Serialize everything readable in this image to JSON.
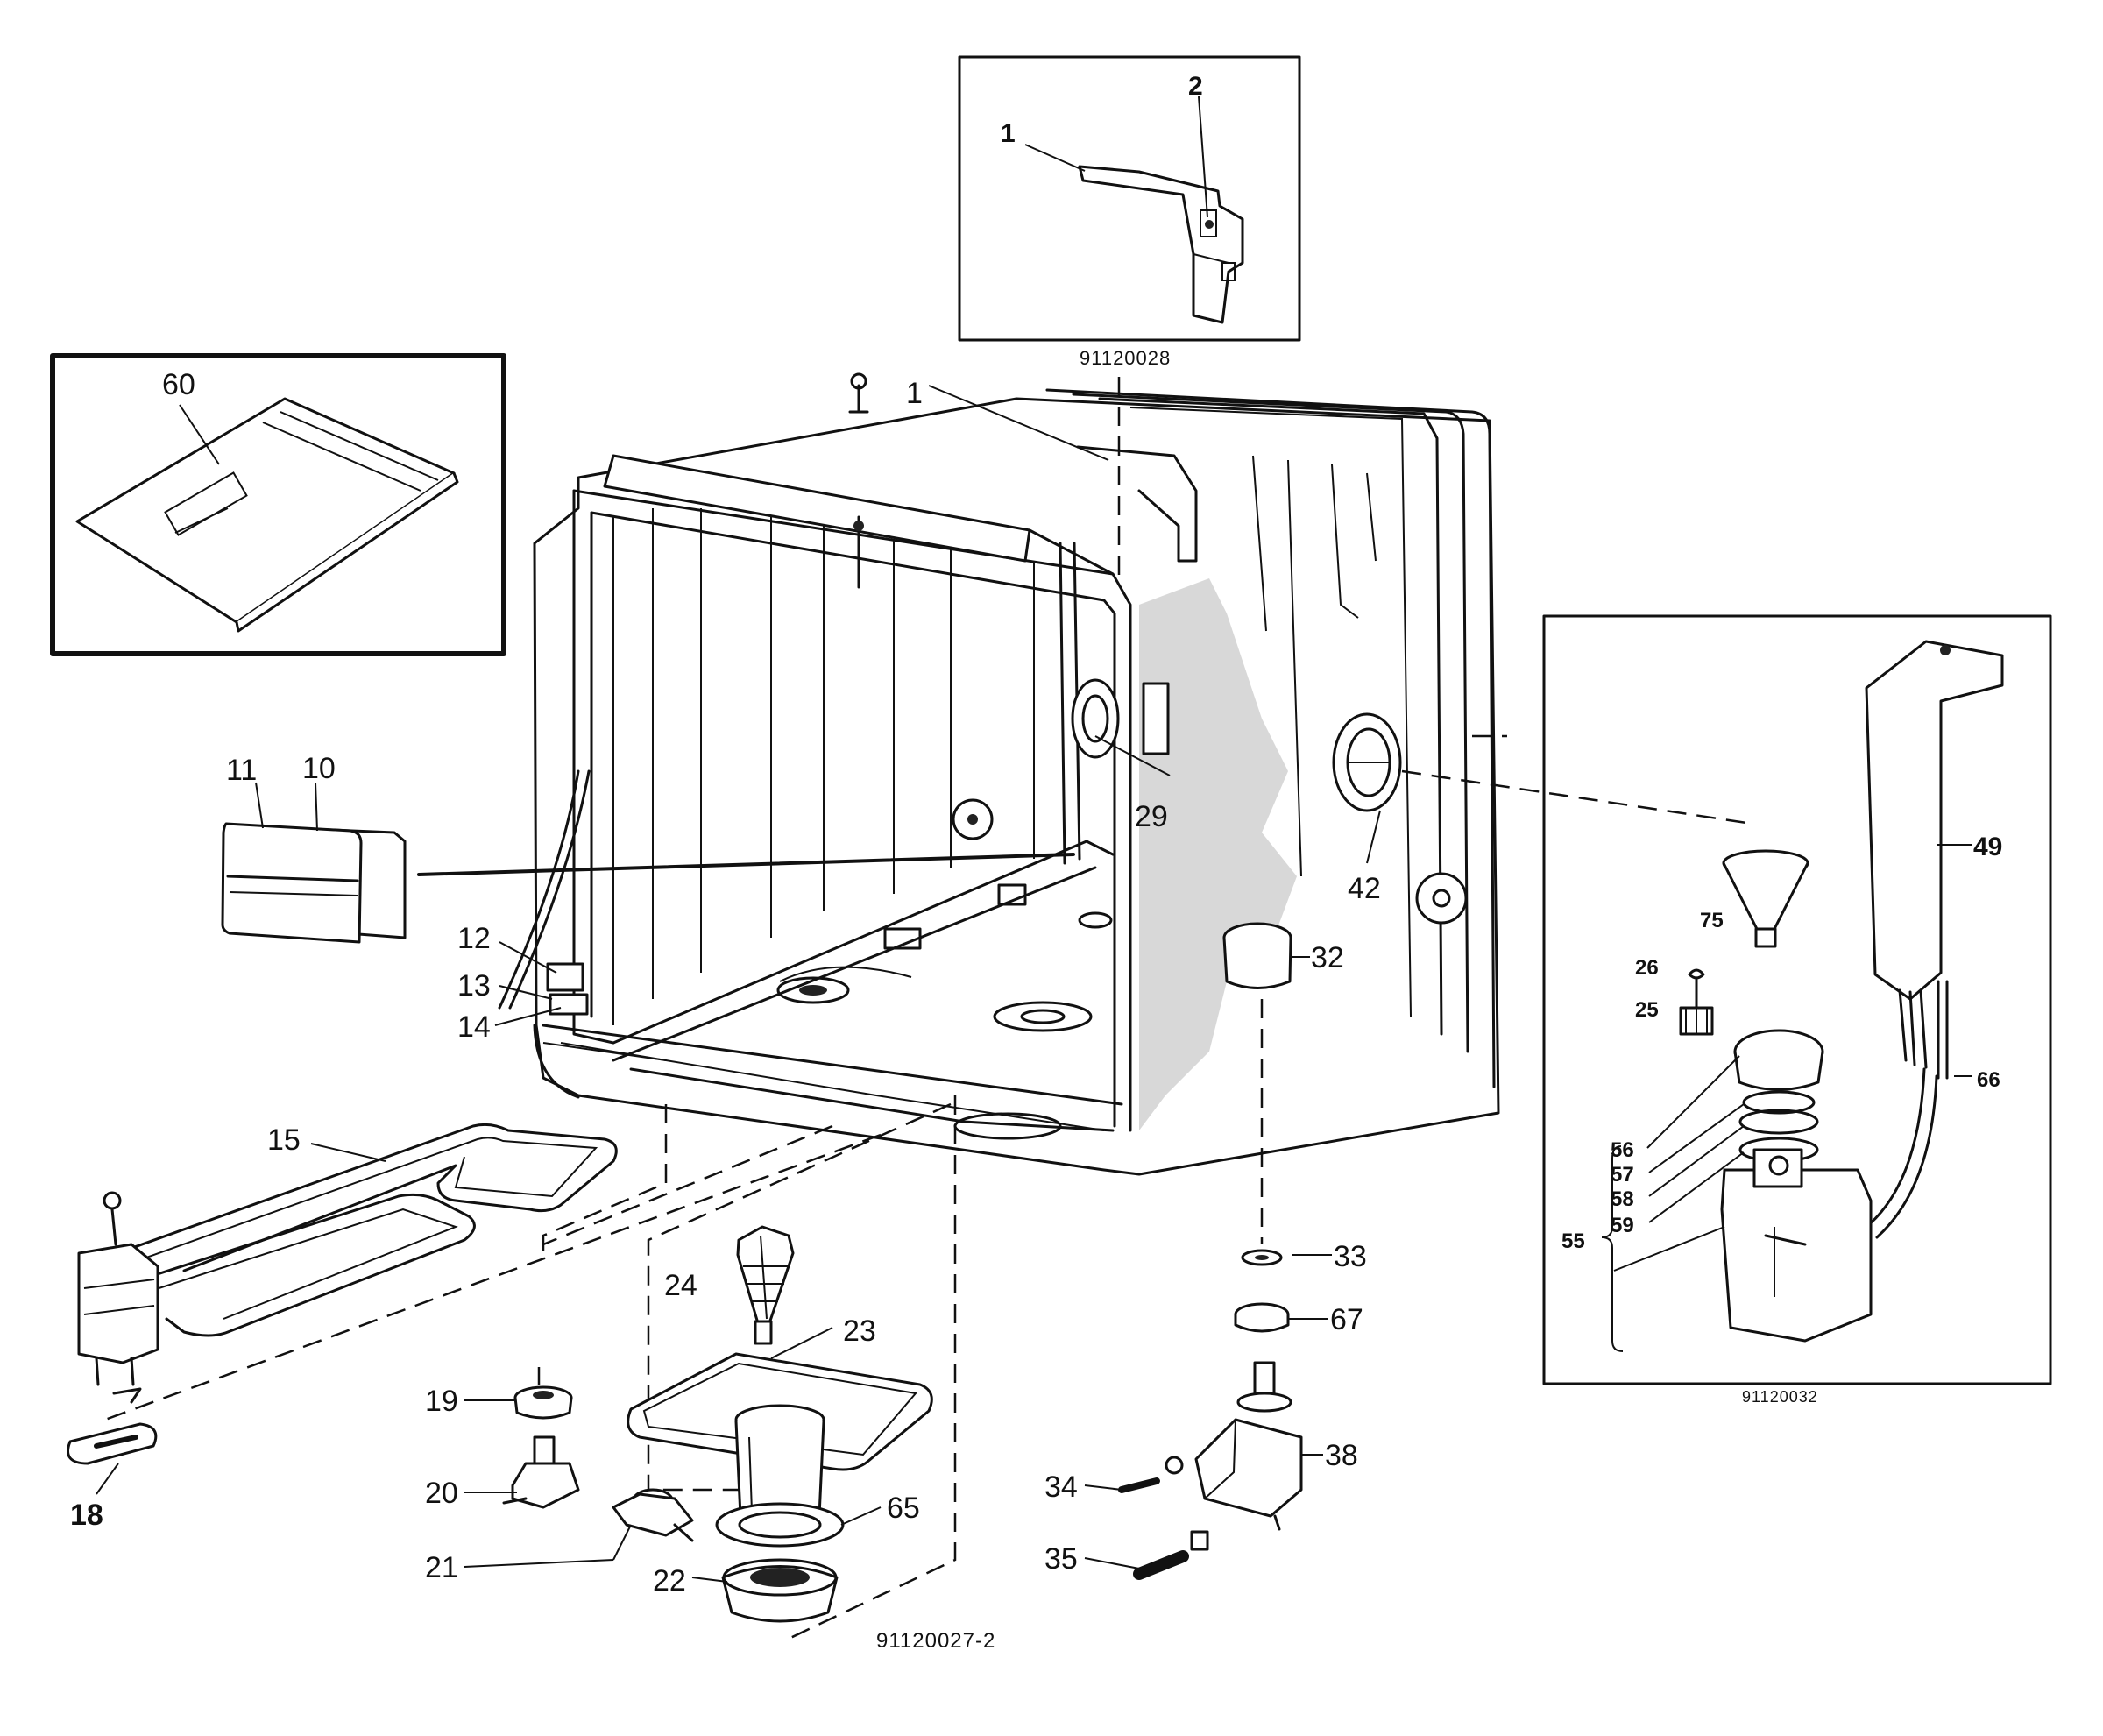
{
  "diagram": {
    "insets": {
      "top": {
        "code": "91120028",
        "labels": [
          "1",
          "2"
        ]
      },
      "left": {
        "labels": [
          "60"
        ]
      },
      "right": {
        "code": "91120032",
        "labels": [
          "49",
          "75",
          "26",
          "25",
          "66",
          "56",
          "57",
          "58",
          "59",
          "55"
        ]
      }
    },
    "main": {
      "code": "91120027-2",
      "labels": [
        "1",
        "11",
        "10",
        "29",
        "42",
        "32",
        "12",
        "13",
        "14",
        "15",
        "18",
        "19",
        "20",
        "21",
        "22",
        "23",
        "24",
        "65",
        "33",
        "67",
        "38",
        "34",
        "35"
      ]
    }
  }
}
